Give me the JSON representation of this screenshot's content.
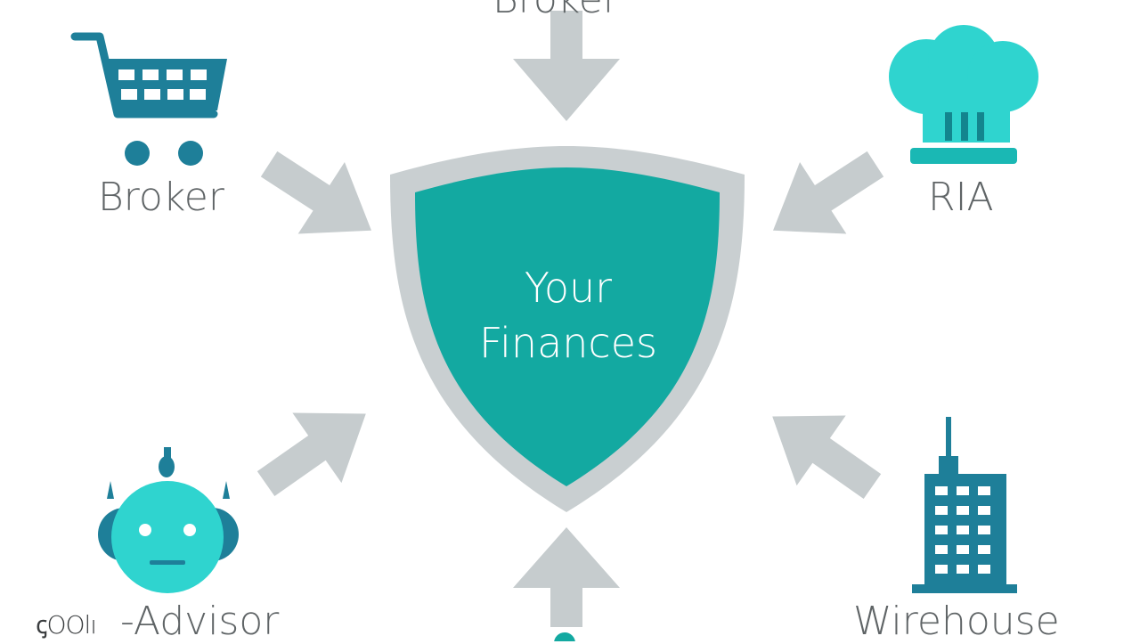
{
  "colors": {
    "teal": "#13a9a1",
    "teal_light": "#2fd4cf",
    "dark_teal": "#1e7f99",
    "arrow_gray": "#c6ccce",
    "shield_border": "#c9cfd1",
    "label_gray": "#5f6466"
  },
  "center": {
    "line1": "Your",
    "line2": "Finances"
  },
  "labels": {
    "top": "Broker",
    "broker": "Broker",
    "ria": "RIA",
    "advisor_prefix": "ꞔOOlı",
    "advisor": "-Advisor",
    "wirehouse": "Wirehouse"
  },
  "icons": {
    "broker": "shopping-cart-icon",
    "ria": "chef-hat-icon",
    "advisor": "robot-icon",
    "wirehouse": "office-building-icon",
    "bottom": "partial-icon"
  }
}
